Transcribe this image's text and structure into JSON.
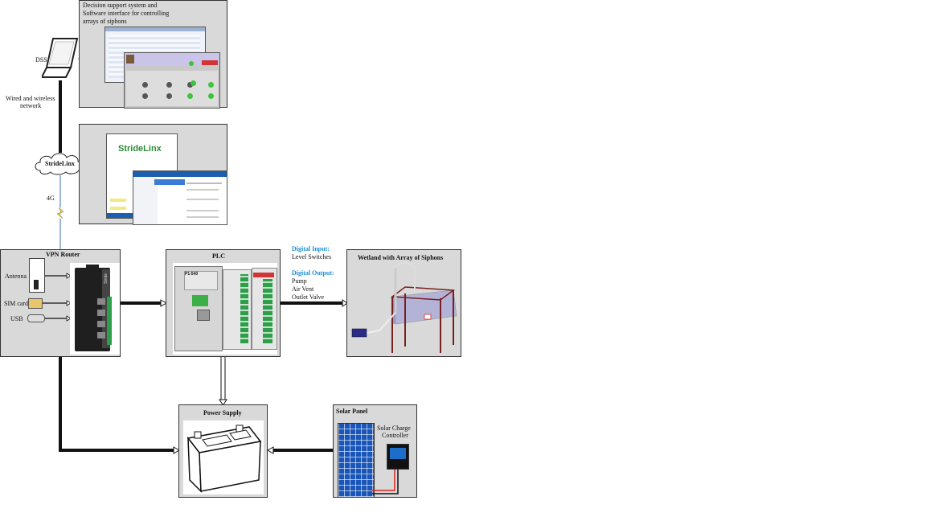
{
  "dss": {
    "label": "DSS",
    "panel_caption_lines": [
      "Decision support system  and",
      "Software interface for controlling",
      "arrays of siphons"
    ],
    "network_label_lines": [
      "Wired and wireless",
      "network"
    ]
  },
  "stridelinx": {
    "cloud_label": "StrideLinx",
    "link_label": "4G",
    "logo_text": "StrideLinx"
  },
  "vpn_router": {
    "title": "VPN Router",
    "items": [
      "Antenna",
      "SIM card",
      "USB"
    ],
    "device_brand": "Stride"
  },
  "plc": {
    "title": "PLC",
    "module_text": "P1-540"
  },
  "io": {
    "digital_input_title": "Digital Input:",
    "digital_inputs": [
      "Level Switches"
    ],
    "digital_output_title": "Digital Output:",
    "digital_outputs": [
      "Pump",
      "Air Vent",
      "Outlet Valve"
    ]
  },
  "wetland": {
    "title": "Wetland with Array of Siphons"
  },
  "power_supply": {
    "title": "Power Supply"
  },
  "solar": {
    "title": "Solar Panel",
    "controller_label_lines": [
      "Solar Charge",
      "Controller"
    ]
  },
  "colors": {
    "panel_bg": "#d9d9d9",
    "connector": "#111111",
    "accent_blue": "#1f8fd0",
    "lightning": "#e8d21a"
  }
}
